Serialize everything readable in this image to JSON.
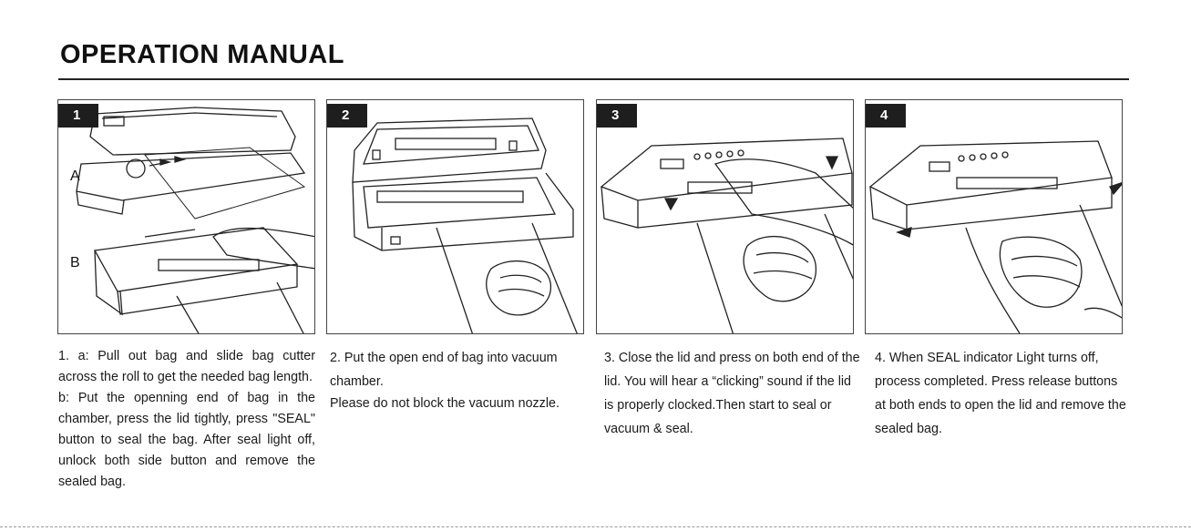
{
  "header": {
    "title": "OPERATION MANUAL"
  },
  "panels": [
    {
      "number": "1",
      "label_a": "A",
      "label_b": "B"
    },
    {
      "number": "2"
    },
    {
      "number": "3"
    },
    {
      "number": "4"
    }
  ],
  "steps": [
    {
      "lines": [
        "1. a: Pull out bag and slide bag cutter across the roll to get the needed bag length.",
        "b: Put the openning end of bag in the chamber, press the lid tightly, press \"SEAL\" button to seal the bag. After seal light off, unlock both side button and remove the sealed bag."
      ]
    },
    {
      "lines": [
        "2. Put the open end of bag into vacuum chamber.",
        "Please do not block the vacuum nozzle."
      ]
    },
    {
      "lines": [
        "3. Close the lid and press on both end of the lid. You will hear a “clicking” sound if the lid is properly clocked.Then start to seal or vacuum & seal."
      ]
    },
    {
      "lines": [
        "4. When SEAL indicator Light turns off, process completed. Press release buttons at both ends to open the lid and remove the sealed bag."
      ]
    }
  ]
}
